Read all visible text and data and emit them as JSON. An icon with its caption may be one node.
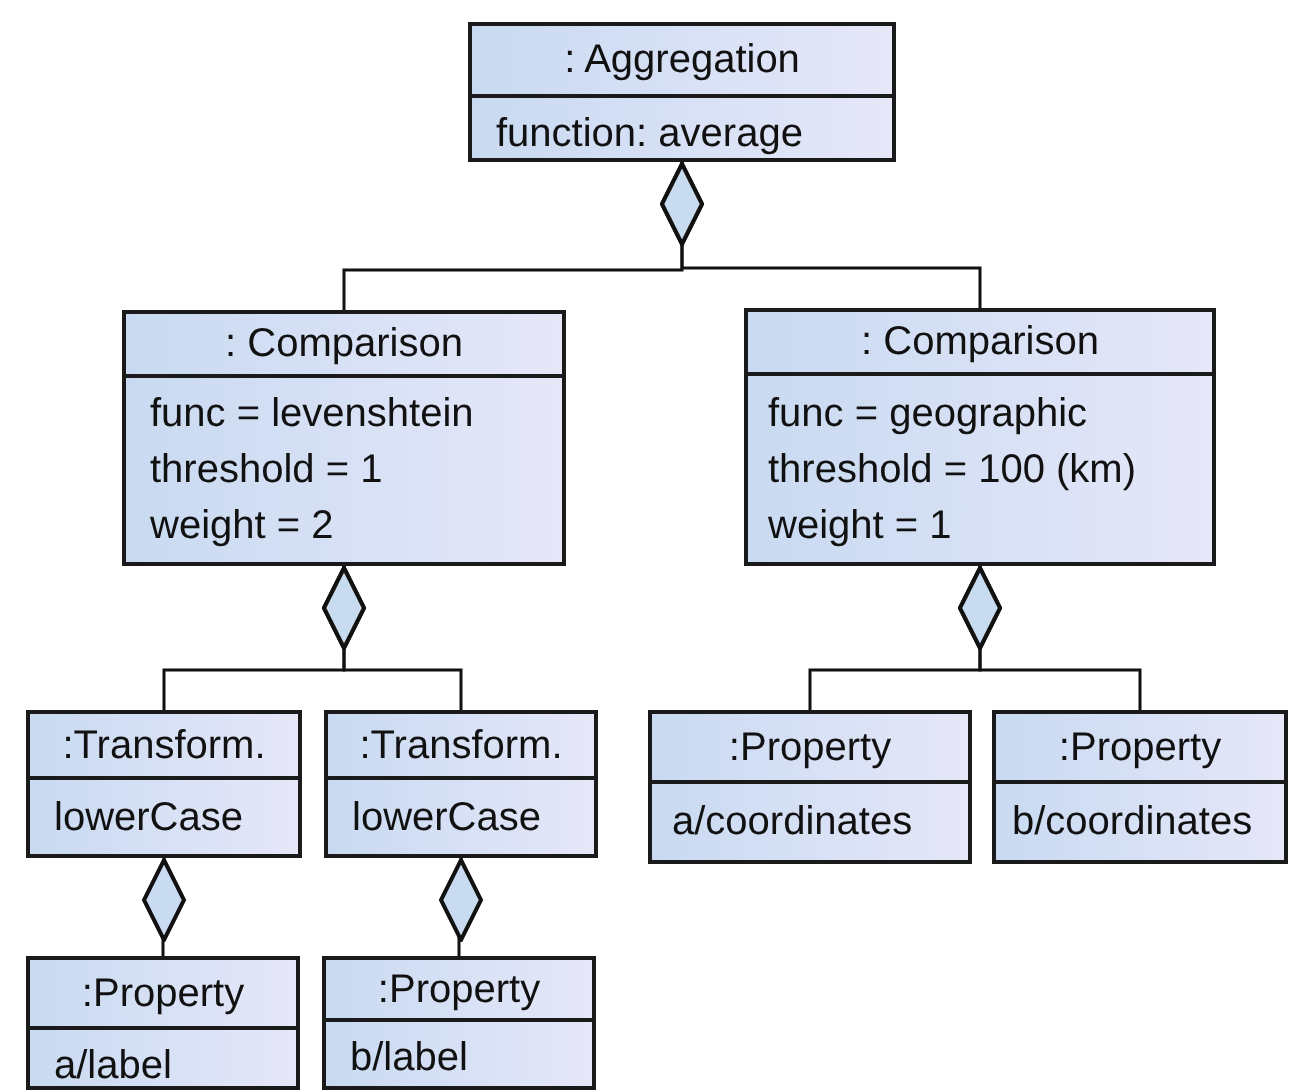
{
  "diagram": {
    "nodes": [
      {
        "text": [
          ": Aggregation",
          "function: average"
        ]
      },
      {
        "text": [
          ": Comparison",
          "func = levenshtein",
          "threshold = 1",
          "weight = 2"
        ]
      },
      {
        "text": [
          ": Comparison",
          "func = geographic",
          "threshold = 100 (km)",
          "weight = 1"
        ]
      },
      {
        "text": [
          ":Transform.",
          "lowerCase"
        ]
      },
      {
        "text": [
          ":Transform.",
          "lowerCase"
        ]
      },
      {
        "text": [
          ":Property",
          "a/coordinates"
        ]
      },
      {
        "text": [
          ":Property",
          "b/coordinates"
        ]
      },
      {
        "text": [
          ":Property",
          "a/label"
        ]
      },
      {
        "text": [
          ":Property",
          "b/label"
        ]
      }
    ],
    "edges": [
      {
        "from": 0,
        "to": 1,
        "arrow": "other"
      },
      {
        "from": 0,
        "to": 2,
        "arrow": "other"
      },
      {
        "from": 1,
        "to": 3,
        "arrow": "other"
      },
      {
        "from": 1,
        "to": 4,
        "arrow": "other"
      },
      {
        "from": 2,
        "to": 5,
        "arrow": "other"
      },
      {
        "from": 2,
        "to": 6,
        "arrow": "other"
      },
      {
        "from": 3,
        "to": 7,
        "arrow": "other"
      },
      {
        "from": 4,
        "to": 8,
        "arrow": "other"
      }
    ]
  }
}
